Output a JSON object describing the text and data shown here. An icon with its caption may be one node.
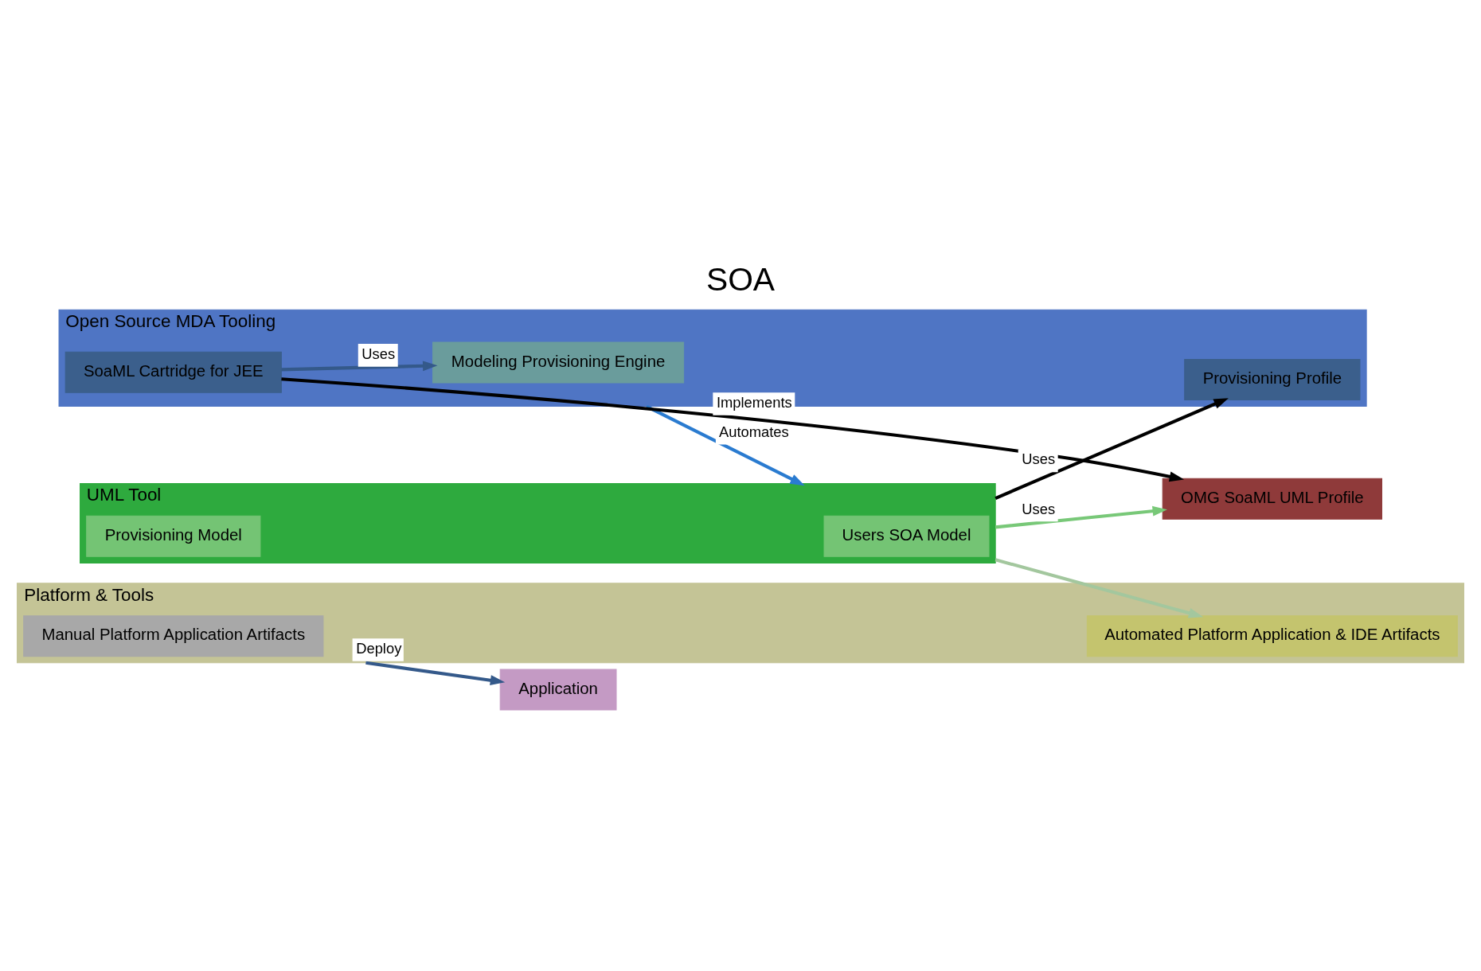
{
  "diagram": {
    "title": "SOA",
    "nodes": [
      {
        "text": [
          "Open Source MDA Tooling"
        ]
      },
      {
        "text": [
          "Modeling Provisioning Engine"
        ],
        "in": 0
      },
      {
        "text": [
          "SoaML Cartridge for JEE"
        ],
        "in": 0
      },
      {
        "text": [
          "Provisioning Profile"
        ],
        "in": 0
      },
      {
        "text": [
          "OMG SoaML UML Profile"
        ]
      },
      {
        "text": [
          "UML Tool"
        ]
      },
      {
        "text": [
          "Users SOA Model"
        ],
        "in": 5
      },
      {
        "text": [
          "Provisioning Model"
        ],
        "in": 5
      },
      {
        "text": [
          "Platform & Tools"
        ]
      },
      {
        "text": [
          "Manual Platform Application Artifacts"
        ],
        "in": 8
      },
      {
        "text": [
          "Automated Platform Application & IDE Artifacts"
        ],
        "in": 8
      },
      {
        "text": [
          "Application"
        ]
      }
    ],
    "edges": [
      {
        "from": 2,
        "to": 1,
        "arrow": "to",
        "label": "Uses",
        "color": "#34598a"
      },
      {
        "from": 2,
        "to": 4,
        "arrow": "to",
        "label": "Implements",
        "color": "#000000"
      },
      {
        "from": 0,
        "to": 5,
        "arrow": "to",
        "label": "Automates",
        "color": "#2a7bd0"
      },
      {
        "from": 5,
        "to": 4,
        "arrow": "to",
        "label": "Uses",
        "color": "#78c878"
      },
      {
        "from": 5,
        "to": 3,
        "arrow": "to",
        "label": "Uses",
        "color": "#000000"
      },
      {
        "from": 5,
        "to": 10,
        "arrow": "to",
        "color": "#a3c79e"
      },
      {
        "from": 8,
        "to": 11,
        "arrow": "to",
        "label": "Deploy",
        "color": "#34598a"
      }
    ]
  }
}
